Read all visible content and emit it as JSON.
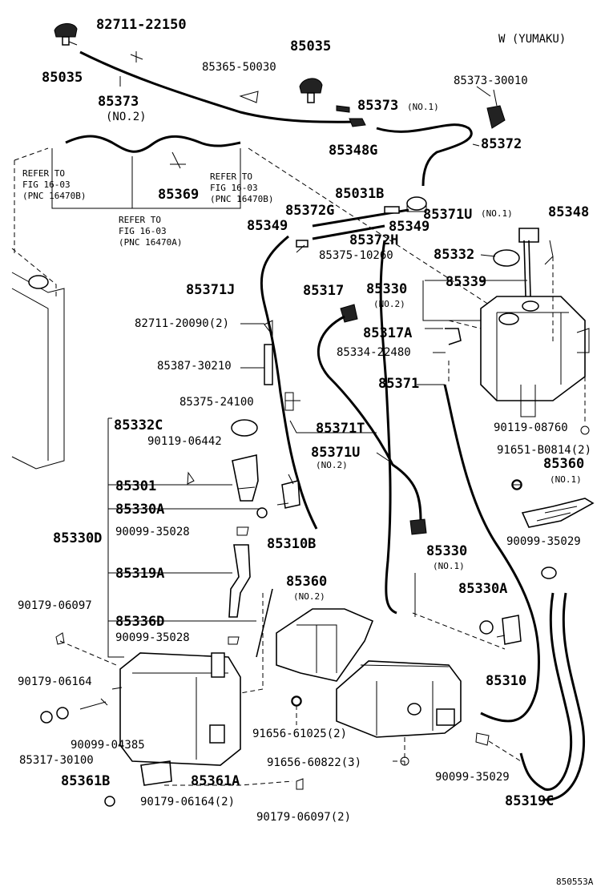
{
  "header_label": "W (YUMAKU)",
  "figure_id": "850553A",
  "refer_notes": [
    {
      "line1": "REFER TO",
      "line2": "FIG 16-03",
      "line3": "(PNC 16470B)"
    },
    {
      "line1": "REFER TO",
      "line2": "FIG 16-03",
      "line3": "(PNC 16470B)"
    },
    {
      "line1": "REFER TO",
      "line2": "FIG 16-03",
      "line3": "(PNC 16470A)"
    }
  ],
  "labels": {
    "p82711_22150": "82711-22150",
    "p85035_a": "85035",
    "p85035_b": "85035",
    "p85373_no2": "85373",
    "p85373_no2_note": "(NO.2)",
    "p85365_50030": "85365-50030",
    "p85373_no1": "85373",
    "p85373_no1_note": "(NO.1)",
    "p85348G": "85348G",
    "p85373_30010": "85373-30010",
    "p85372": "85372",
    "p85369": "85369",
    "p85031B": "85031B",
    "p85372G": "85372G",
    "p85371U_a": "85371U",
    "p85371U_a_note": "(NO.1)",
    "p85348": "85348",
    "p85349_a": "85349",
    "p85349_b": "85349",
    "p85372H": "85372H",
    "p85375_10260": "85375-10260",
    "p85332": "85332",
    "p85371J": "85371J",
    "p85317": "85317",
    "p85330_no2": "85330",
    "p85330_no2_note": "(NO.2)",
    "p85339": "85339",
    "p82711_20090": "82711-20090(2)",
    "p85317A": "85317A",
    "p85334_22480": "85334-22480",
    "p85387_30210": "85387-30210",
    "p85371": "85371",
    "p85375_24100": "85375-24100",
    "p85332C": "85332C",
    "p85371T": "85371T",
    "p90119_08760": "90119-08760",
    "p90119_06442": "90119-06442",
    "p85371U_b": "85371U",
    "p85371U_b_note": "(NO.2)",
    "p91651_B0814": "91651-B0814(2)",
    "p85360_no1": "85360",
    "p85360_no1_note": "(NO.1)",
    "p85301": "85301",
    "p85330A_a": "85330A",
    "p90099_35028_a": "90099-35028",
    "p85330D": "85330D",
    "p85310B": "85310B",
    "p90099_35029_a": "90099-35029",
    "p85330_no1": "85330",
    "p85330_no1_note": "(NO.1)",
    "p85319A": "85319A",
    "p85360_no2": "85360",
    "p85360_no2_note": "(NO.2)",
    "p85330A_b": "85330A",
    "p90179_06097": "90179-06097",
    "p85336D": "85336D",
    "p90099_35028_b": "90099-35028",
    "p85310": "85310",
    "p90179_06164": "90179-06164",
    "p90099_04385": "90099-04385",
    "p91656_61025": "91656-61025(2)",
    "p85317_30100": "85317-30100",
    "p91656_60822": "91656-60822(3)",
    "p90099_35029_b": "90099-35029",
    "p85361B": "85361B",
    "p85361A": "85361A",
    "p85319C": "85319C",
    "p90179_06164_2": "90179-06164(2)",
    "p90179_06097_2": "90179-06097(2)"
  }
}
